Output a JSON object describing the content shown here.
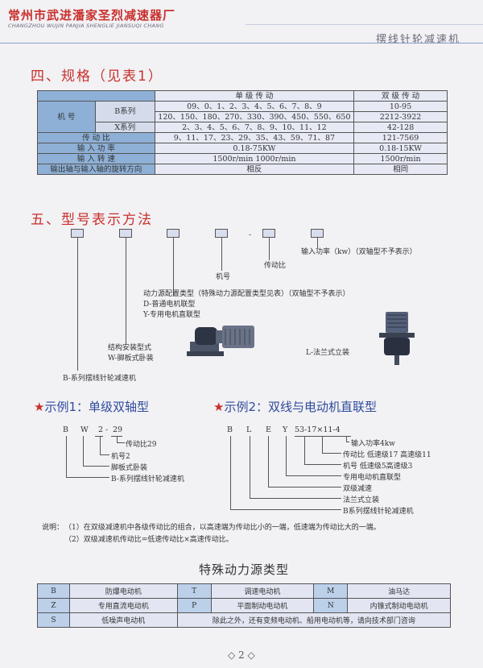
{
  "header": {
    "company_cn": "常州市武进潘家圣烈减速器厂",
    "company_en": "CHANGZHOU WUJIN PANJIA SHENGLIE JIANSUQI CHANG",
    "product": "摆线针轮减速机"
  },
  "section4": {
    "title": "四、规格（见表1）",
    "table": {
      "head_single": "单  级  传  动",
      "head_double": "双 级 传 动",
      "row_model": "机  号",
      "b_series": "B系列",
      "x_series": "X系列",
      "b_single_1": "09、0、1、2、3、4、5、6、7、8、9",
      "b_single_2": "120、150、180、270、330、390、450、550、650",
      "b_double_1": "10-95",
      "b_double_2": "2212-3922",
      "x_single": "2、3、4、5、6、7、8、9、10、11、12",
      "x_double": "42-128",
      "ratio_label": "传  动  比",
      "ratio_single": "9、11、17、23、29、35、43、59、71、87",
      "ratio_double": "121-7569",
      "power_label": "输 入 功 率",
      "power_single": "0.18-75KW",
      "power_double": "0.18-15KW",
      "speed_label": "输 入 转 速",
      "speed_single": "1500r/min   1000r/min",
      "speed_double": "1500r/min",
      "dir_label": "输出轴与输入轴的旋转方向",
      "dir_single": "相反",
      "dir_double": "相同"
    }
  },
  "section5": {
    "title": "五、型号表示方法",
    "labels": {
      "power": "输入功率（kw）（双轴型不予表示）",
      "ratio": "传动比",
      "model": "机号",
      "drive_1": "动力源配置类型（特殊动力源配置类型见表）（双轴型不予表示）",
      "drive_2": "D-普通电机联型",
      "drive_3": "Y-专用电机直联型",
      "mount_1": "结构安装型式",
      "mount_2": "W-脚板式卧装",
      "flange": "L-法兰式立装",
      "series": "B-系列摆线针轮减速机"
    }
  },
  "example1": {
    "star": "★",
    "title": "示例1：单级双轴型",
    "code": [
      "B",
      "W",
      "2",
      "-",
      "29"
    ],
    "labels": [
      "传动比29",
      "机号2",
      "脚板式卧装",
      "B-系列摆线针轮减速机"
    ]
  },
  "example2": {
    "star": "★",
    "title": "示例2：双线与电动机直联型",
    "code": [
      "B",
      "L",
      "E",
      "Y",
      "53-17×11-4"
    ],
    "labels": [
      "输入功率4kw",
      "传动比  低速级17  高速级11",
      "机号  低速级5高速级3",
      "专用电动机直联型",
      "双级减速",
      "法兰式立装",
      "B系列摆线针轮减速机"
    ]
  },
  "notes": {
    "prefix": "说明：",
    "n1": "（1）在双级减速机中各级传动比的组合，以高速端为传动比小的一端，低速端为传动比大的一端。",
    "n2": "（2）双级减速机传动比=低速传动比×高速传动比。"
  },
  "power_types": {
    "title": "特殊动力源类型",
    "rows": [
      [
        {
          "code": "B",
          "name": "防爆电动机"
        },
        {
          "code": "T",
          "name": "调速电动机"
        },
        {
          "code": "M",
          "name": "油马达"
        }
      ],
      [
        {
          "code": "Z",
          "name": "专用直流电动机"
        },
        {
          "code": "P",
          "name": "平面制动电动机"
        },
        {
          "code": "N",
          "name": "内锥式制动电动机"
        }
      ]
    ],
    "last_code": "S",
    "last_name": "低噪声电动机",
    "last_note": "除此之外，还有变频电动机、船用电动机等，请向技术部门咨询"
  },
  "footer": {
    "page": "◇ 2 ◇"
  }
}
